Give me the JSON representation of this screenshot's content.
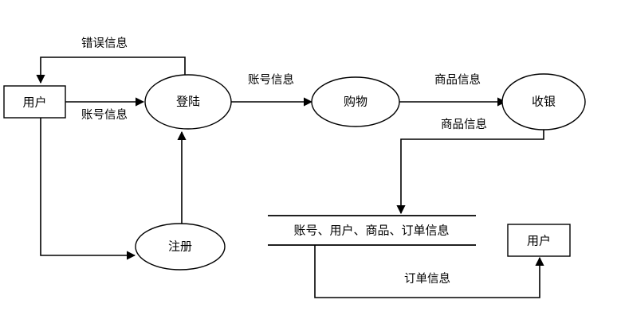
{
  "diagram": {
    "type": "data-flow-diagram",
    "background_color": "#ffffff",
    "stroke_color": "#000000",
    "external_entities": [
      {
        "id": "user-left",
        "label": "用户",
        "shape": "rectangle"
      },
      {
        "id": "user-bottom-right",
        "label": "用户",
        "shape": "rectangle"
      }
    ],
    "processes": [
      {
        "id": "login",
        "label": "登陆",
        "shape": "ellipse"
      },
      {
        "id": "register",
        "label": "注册",
        "shape": "ellipse"
      },
      {
        "id": "shopping",
        "label": "购物",
        "shape": "ellipse"
      },
      {
        "id": "cashier",
        "label": "收银",
        "shape": "ellipse"
      }
    ],
    "data_stores": [
      {
        "id": "main-store",
        "label": "账号、用户、商品、订单信息",
        "shape": "open-rectangle"
      }
    ],
    "flows": [
      {
        "id": "flow-error",
        "label": "错误信息",
        "from": "login",
        "to": "user-left"
      },
      {
        "id": "flow-account-1",
        "label": "账号信息",
        "from": "user-left",
        "to": "login"
      },
      {
        "id": "flow-account-2",
        "label": "账号信息",
        "from": "login",
        "to": "shopping"
      },
      {
        "id": "flow-goods-1",
        "label": "商品信息",
        "from": "shopping",
        "to": "cashier"
      },
      {
        "id": "flow-goods-2",
        "label": "商品信息",
        "from": "cashier",
        "to": "main-store"
      },
      {
        "id": "flow-order",
        "label": "订单信息",
        "from": "main-store",
        "to": "user-bottom-right"
      },
      {
        "id": "flow-register-in",
        "label": "",
        "from": "user-left",
        "to": "register"
      },
      {
        "id": "flow-register-out",
        "label": "",
        "from": "register",
        "to": "login"
      }
    ]
  }
}
